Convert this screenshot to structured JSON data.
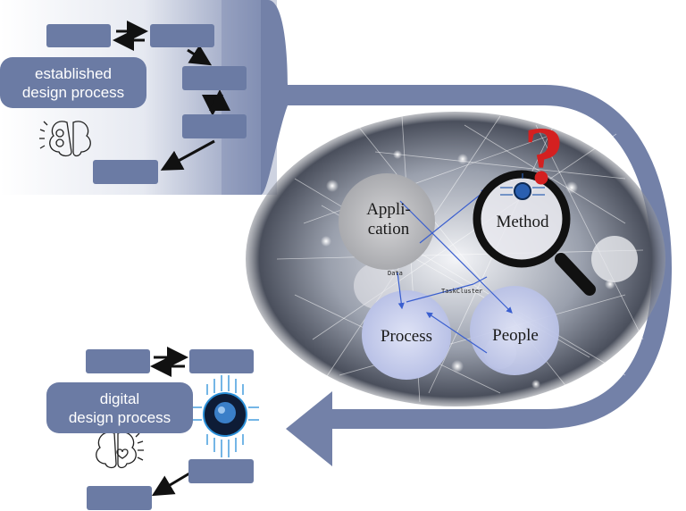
{
  "established": {
    "line1": "established",
    "line2": "design process"
  },
  "digital": {
    "line1": "digital",
    "line2": "design process"
  },
  "nodes": {
    "application_1": "Appli-",
    "application_2": "cation",
    "method": "Method",
    "process": "Process",
    "people": "People"
  },
  "small_labels": {
    "data": "Data",
    "task": "TaskCluster"
  },
  "question_mark": "?",
  "colors": {
    "box": "#6b7ba4",
    "arrow_band": "#7381a8",
    "question": "#d42020"
  }
}
